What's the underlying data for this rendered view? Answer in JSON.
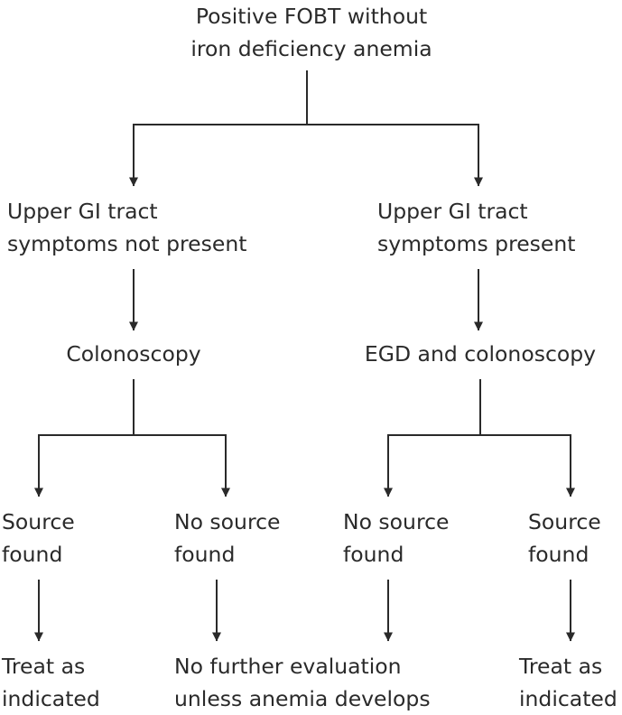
{
  "diagram": {
    "line_color": "#2a2a2a",
    "text_color": "#2a2a2a",
    "nodes": {
      "root": {
        "line1": "Positive FOBT without",
        "line2": "iron deficiency anemia"
      },
      "no_symptoms": {
        "line1": "Upper GI tract",
        "line2": "symptoms not present"
      },
      "symptoms": {
        "line1": "Upper GI tract",
        "line2": "symptoms present"
      },
      "colonoscopy": {
        "line1": "Colonoscopy"
      },
      "egd_colonoscopy": {
        "line1": "EGD and colonoscopy"
      },
      "source_found_left": {
        "line1": "Source",
        "line2": "found"
      },
      "no_source_found_left": {
        "line1": "No source",
        "line2": "found"
      },
      "no_source_found_right": {
        "line1": "No source",
        "line2": "found"
      },
      "source_found_right": {
        "line1": "Source",
        "line2": "found"
      },
      "treat_left": {
        "line1": "Treat as",
        "line2": "indicated"
      },
      "no_further": {
        "line1": "No further evaluation",
        "line2": "unless anemia develops"
      },
      "treat_right": {
        "line1": "Treat as",
        "line2": "indicated"
      }
    },
    "edges": [
      {
        "from": "root",
        "to": "no_symptoms"
      },
      {
        "from": "root",
        "to": "symptoms"
      },
      {
        "from": "no_symptoms",
        "to": "colonoscopy"
      },
      {
        "from": "symptoms",
        "to": "egd_colonoscopy"
      },
      {
        "from": "colonoscopy",
        "to": "source_found_left"
      },
      {
        "from": "colonoscopy",
        "to": "no_source_found_left"
      },
      {
        "from": "egd_colonoscopy",
        "to": "no_source_found_right"
      },
      {
        "from": "egd_colonoscopy",
        "to": "source_found_right"
      },
      {
        "from": "source_found_left",
        "to": "treat_left"
      },
      {
        "from": "no_source_found_left",
        "to": "no_further"
      },
      {
        "from": "no_source_found_right",
        "to": "no_further"
      },
      {
        "from": "source_found_right",
        "to": "treat_right"
      }
    ]
  }
}
